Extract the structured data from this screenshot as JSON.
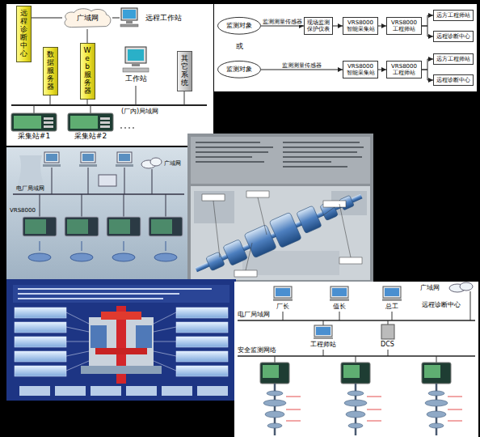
{
  "diagram": {
    "nodes": [
      {
        "text": [
          "远程诊断中心"
        ]
      },
      {
        "text": [
          "广域网"
        ]
      },
      {
        "text": [
          "远程工作站"
        ]
      },
      {
        "text": [
          "数据服务器"
        ]
      },
      {
        "text": [
          "Web服务器"
        ]
      },
      {
        "text": [
          "工作站"
        ]
      },
      {
        "text": [
          "其它系统"
        ]
      },
      {
        "text": [
          "采集站#1"
        ]
      },
      {
        "text": [
          "采集站#2"
        ]
      },
      {
        "text": [
          "监测对象"
        ]
      },
      {
        "text": [
          "现场监测保护仪表"
        ]
      },
      {
        "text": [
          "VRS8000智能采集站"
        ]
      },
      {
        "text": [
          "VRS8000工程师站"
        ]
      },
      {
        "text": [
          "远方工程师站"
        ]
      },
      {
        "text": [
          "远程诊断中心"
        ]
      },
      {
        "text": [
          "监测对象"
        ]
      },
      {
        "text": [
          "VRS8000智能采集站"
        ]
      },
      {
        "text": [
          "VRS8000工程师站"
        ]
      },
      {
        "text": [
          "远方工程师站"
        ]
      },
      {
        "text": [
          "远程诊断中心"
        ]
      }
    ],
    "edges": [
      {
        "from": 1,
        "to": 0,
        "arrow": "none"
      },
      {
        "from": 1,
        "to": 2,
        "arrow": "none"
      },
      {
        "from": 9,
        "to": 10,
        "label": "监测测量传感器",
        "arrow": "to"
      },
      {
        "from": 10,
        "to": 11,
        "arrow": "to"
      },
      {
        "from": 11,
        "to": 12,
        "arrow": "to"
      },
      {
        "from": 12,
        "to": 13,
        "arrow": "to"
      },
      {
        "from": 12,
        "to": 14,
        "arrow": "to"
      },
      {
        "from": 15,
        "to": 16,
        "label": "监测测量传感器",
        "arrow": "to"
      },
      {
        "from": 16,
        "to": 17,
        "arrow": "to"
      },
      {
        "from": 17,
        "to": 18,
        "arrow": "to"
      },
      {
        "from": 17,
        "to": 19,
        "arrow": "to"
      }
    ],
    "labels": [
      "(厂内)局域网",
      "或",
      "广域网",
      "电厂局域网",
      "VRS8000",
      "厂长",
      "值长",
      "总工",
      "广域网",
      "远程诊断中心",
      "电厂局域网",
      "工程师站",
      "DCS",
      "安全监测网络"
    ]
  }
}
